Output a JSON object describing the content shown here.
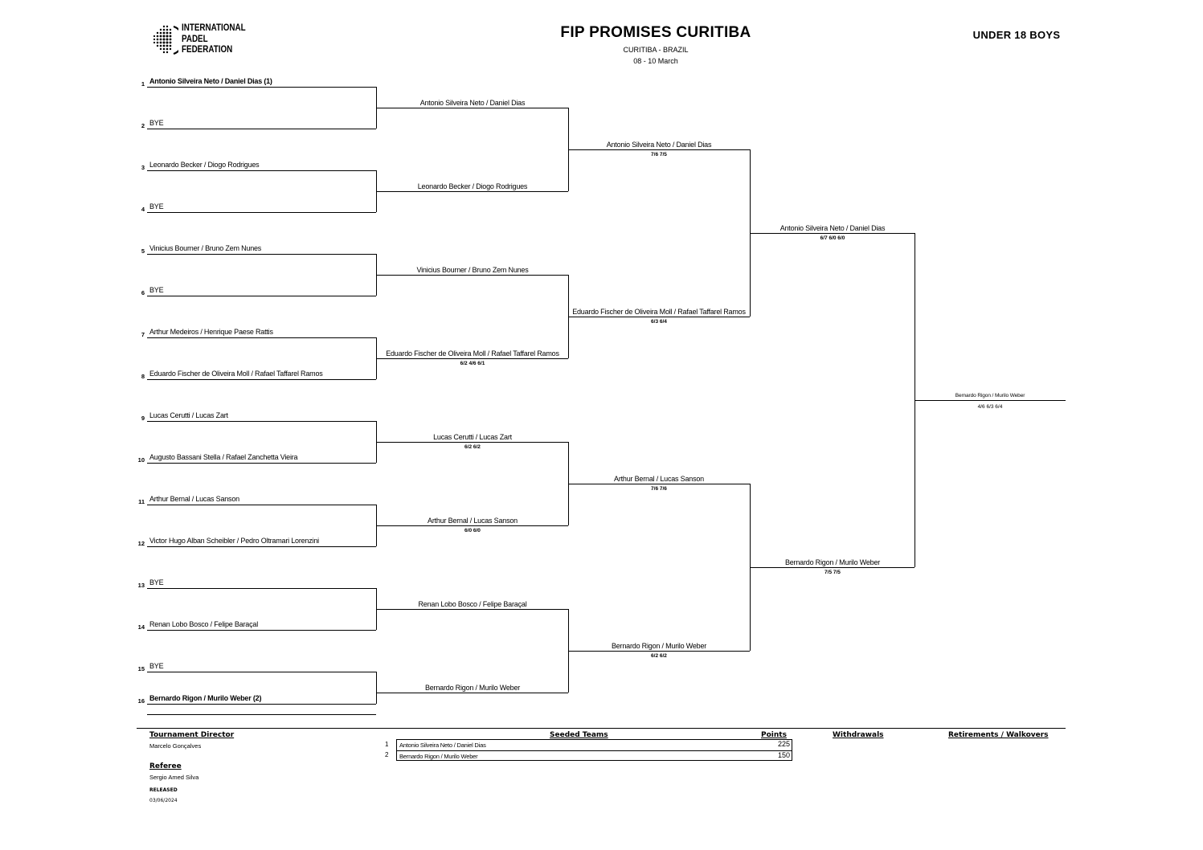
{
  "header": {
    "logo_lines": [
      "INTERNATIONAL",
      "PADEL",
      "FEDERATION"
    ],
    "title": "FIP PROMISES CURITIBA",
    "location": "CURITIBA - BRAZIL",
    "dates": "08 - 10 March",
    "category": "UNDER 18 BOYS"
  },
  "first_round": [
    {
      "slot": "1",
      "name": "Antonio Silveira Neto / Daniel Dias (1)",
      "bold": true
    },
    {
      "slot": "2",
      "name": "BYE",
      "bold": false
    },
    {
      "slot": "3",
      "name": "Leonardo Becker  / Diogo Rodrigues",
      "bold": false
    },
    {
      "slot": "4",
      "name": "BYE",
      "bold": false
    },
    {
      "slot": "5",
      "name": "Vinicius Bourner / Bruno Zem Nunes",
      "bold": false
    },
    {
      "slot": "6",
      "name": "BYE",
      "bold": false
    },
    {
      "slot": "7",
      "name": "Arthur Medeiros  / Henrique Paese Rattis",
      "bold": false
    },
    {
      "slot": "8",
      "name": "Eduardo Fischer de Oliveira Moll / Rafael Taffarel Ramos",
      "bold": false
    },
    {
      "slot": "9",
      "name": "Lucas Cerutti  / Lucas Zart",
      "bold": false
    },
    {
      "slot": "10",
      "name": "Augusto Bassani Stella / Rafael Zanchetta Vieira",
      "bold": false
    },
    {
      "slot": "11",
      "name": "Arthur Bernal / Lucas Sanson",
      "bold": false
    },
    {
      "slot": "12",
      "name": "Victor Hugo Alban Scheibler / Pedro Oltramari Lorenzini",
      "bold": false
    },
    {
      "slot": "13",
      "name": "BYE",
      "bold": false
    },
    {
      "slot": "14",
      "name": "Renan Lobo Bosco / Felipe Baraçal",
      "bold": false
    },
    {
      "slot": "15",
      "name": "BYE",
      "bold": false
    },
    {
      "slot": "16",
      "name": "Bernardo Rigon  / Murilo Weber  (2)",
      "bold": true
    }
  ],
  "round2": [
    {
      "winner": "Antonio Silveira Neto / Daniel Dias",
      "score": ""
    },
    {
      "winner": "Leonardo Becker  / Diogo Rodrigues",
      "score": ""
    },
    {
      "winner": "Vinicius Bourner / Bruno Zem Nunes",
      "score": ""
    },
    {
      "winner": "Eduardo Fischer de Oliveira Moll / Rafael Taffarel Ramos",
      "score": "6/2 4/6 6/1"
    },
    {
      "winner": "Lucas Cerutti  / Lucas Zart",
      "score": "6/2 6/2"
    },
    {
      "winner": "Arthur Bernal / Lucas Sanson",
      "score": "6/0 6/0"
    },
    {
      "winner": "Renan Lobo Bosco / Felipe Baraçal",
      "score": ""
    },
    {
      "winner": "Bernardo Rigon  / Murilo Weber",
      "score": ""
    }
  ],
  "quarterfinals": [
    {
      "winner": "Antonio Silveira Neto / Daniel Dias",
      "score": "7/6 7/5"
    },
    {
      "winner": "Eduardo Fischer de Oliveira Moll / Rafael Taffarel Ramos",
      "score": "6/3 6/4"
    },
    {
      "winner": "Arthur Bernal / Lucas Sanson",
      "score": "7/6 7/6"
    },
    {
      "winner": "Bernardo Rigon  / Murilo Weber",
      "score": "6/2 6/2"
    }
  ],
  "semifinals": [
    {
      "winner": "Antonio Silveira Neto / Daniel Dias",
      "score": "6/7 6/0 6/0"
    },
    {
      "winner": "Bernardo Rigon  / Murilo Weber",
      "score": "7/5 7/5"
    }
  ],
  "final": {
    "winner": "Bernardo Rigon  / Murilo Weber",
    "score": "4/6 6/3 6/4"
  },
  "footer": {
    "director_label": "Tournament Director",
    "director": "Marcelo Gonçalves",
    "referee_label": "Referee",
    "referee": "Sergio Amed Silva",
    "released_label": "RELEASED",
    "released_date": "03/06/2024",
    "seeded_label": "Seeded Teams",
    "points_label": "Points",
    "withdrawals_label": "Withdrawals",
    "retirements_label": "Retirements / Walkovers",
    "seeds": [
      {
        "no": "1",
        "team": "Antonio Silveira Neto / Daniel Dias",
        "points": "225"
      },
      {
        "no": "2",
        "team": "Bernardo Rigon  / Murilo Weber",
        "points": "150"
      }
    ]
  }
}
